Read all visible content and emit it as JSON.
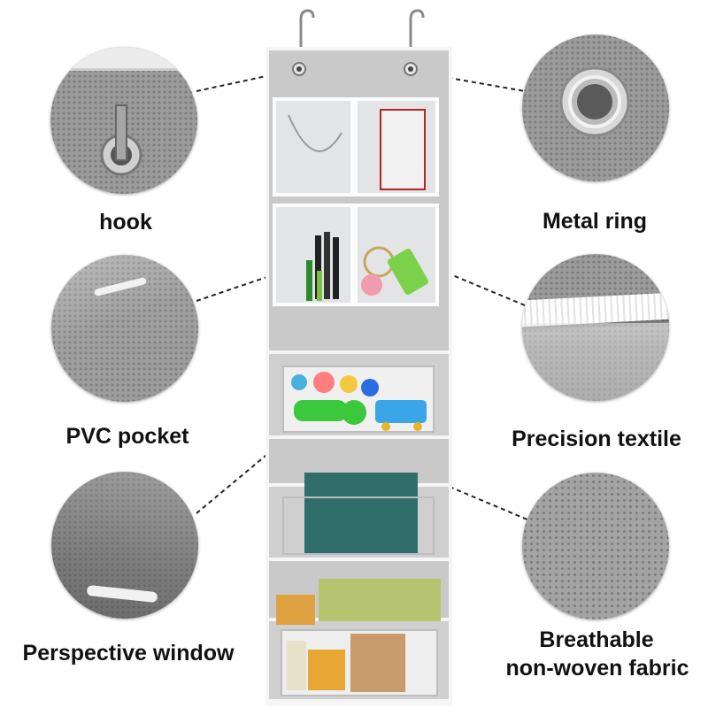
{
  "labels": {
    "hook": "hook",
    "metal_ring": "Metal ring",
    "pvc_pocket": "PVC pocket",
    "precision_textile": "Precision textile",
    "perspective_window": "Perspective window",
    "breathable_line1": "Breathable",
    "breathable_line2": "non-woven fabric"
  },
  "colors": {
    "fabric_gray": "#c9c9c9",
    "felt_gray": "#9b9b9b",
    "trim_white": "#f7f7f7",
    "leader_line": "#222222"
  },
  "icons": [
    "hook-icon",
    "grommet-icon"
  ]
}
